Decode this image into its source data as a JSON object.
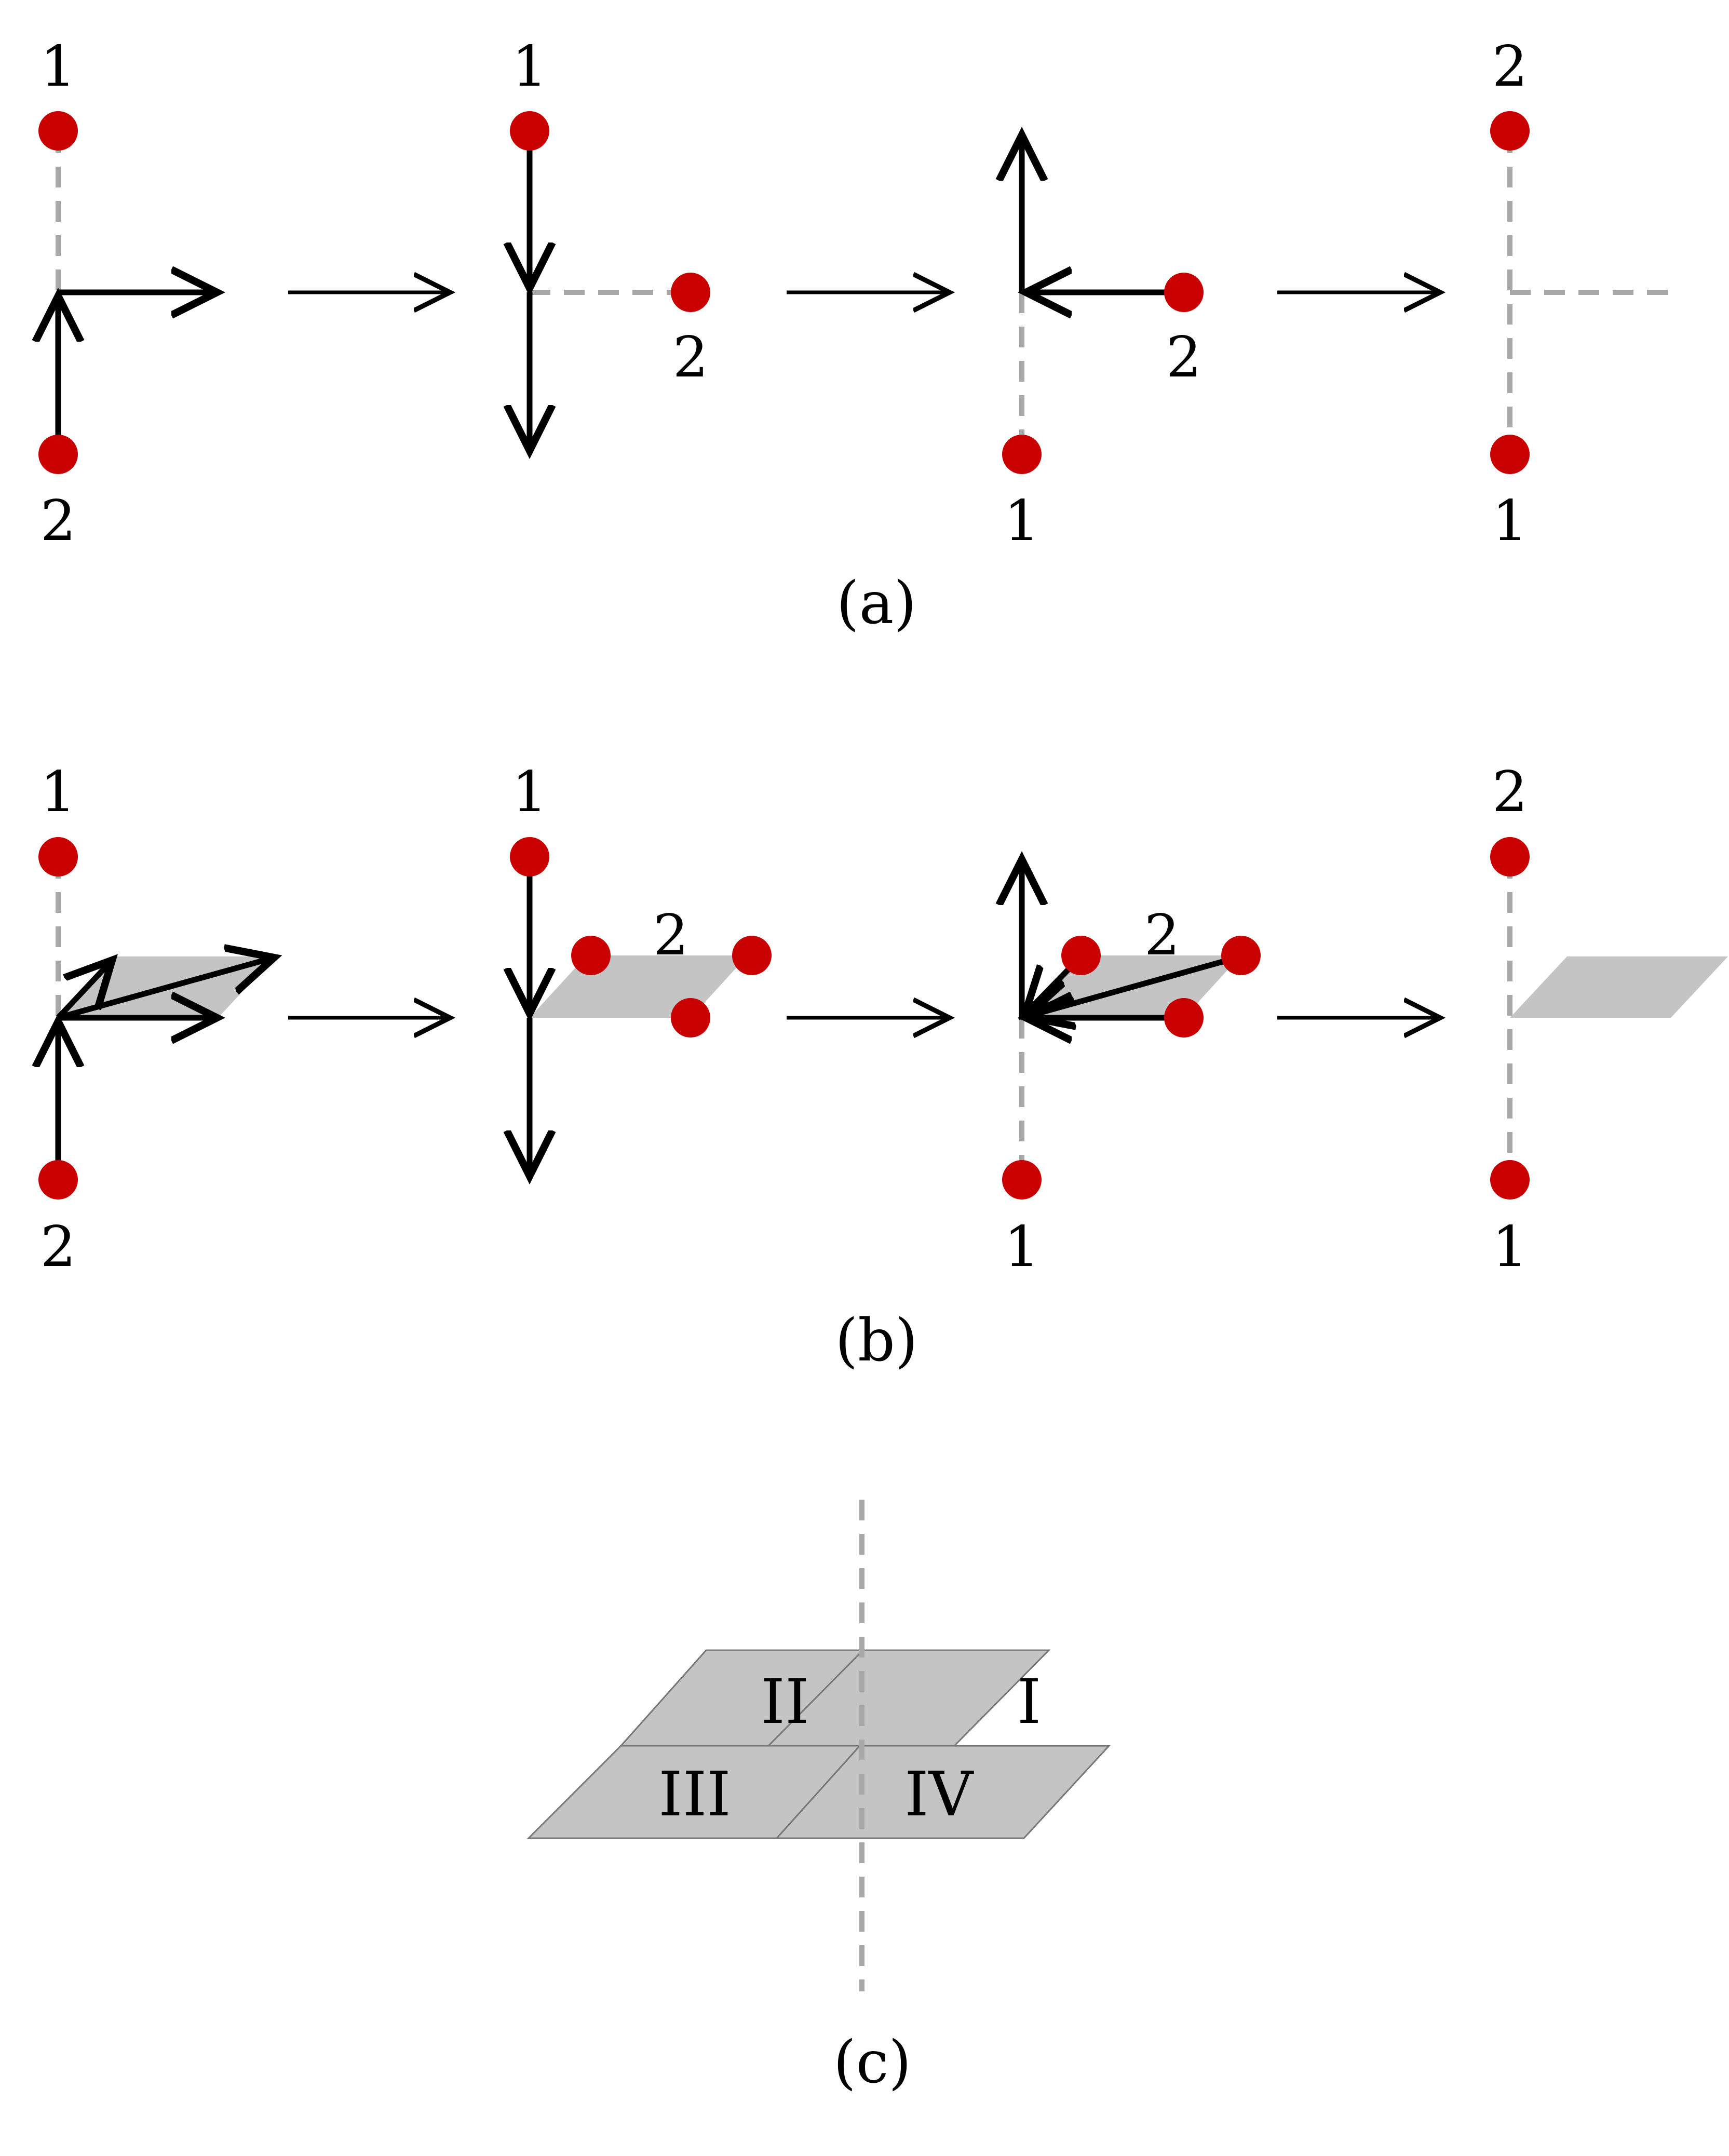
{
  "panels": {
    "a": {
      "caption": "(a)",
      "steps": [
        {
          "label_top": "1",
          "label_bottom": "2"
        },
        {
          "label_top": "1",
          "label_side": "2"
        },
        {
          "label_side": "2",
          "label_bottom": "1"
        },
        {
          "label_top": "2",
          "label_bottom": "1"
        }
      ]
    },
    "b": {
      "caption": "(b)",
      "steps": [
        {
          "label_top": "1",
          "label_bottom": "2"
        },
        {
          "label_top": "1",
          "label_side": "2"
        },
        {
          "label_side": "2",
          "label_bottom": "1"
        },
        {
          "label_top": "2",
          "label_bottom": "1"
        }
      ]
    },
    "c": {
      "caption": "(c)",
      "quadrants": [
        "I",
        "II",
        "III",
        "IV"
      ]
    }
  },
  "colors": {
    "site": "#c80000",
    "dashed_line": "#a8a8a8",
    "plaquette": "#c4c4c4",
    "arrow": "#000000"
  }
}
